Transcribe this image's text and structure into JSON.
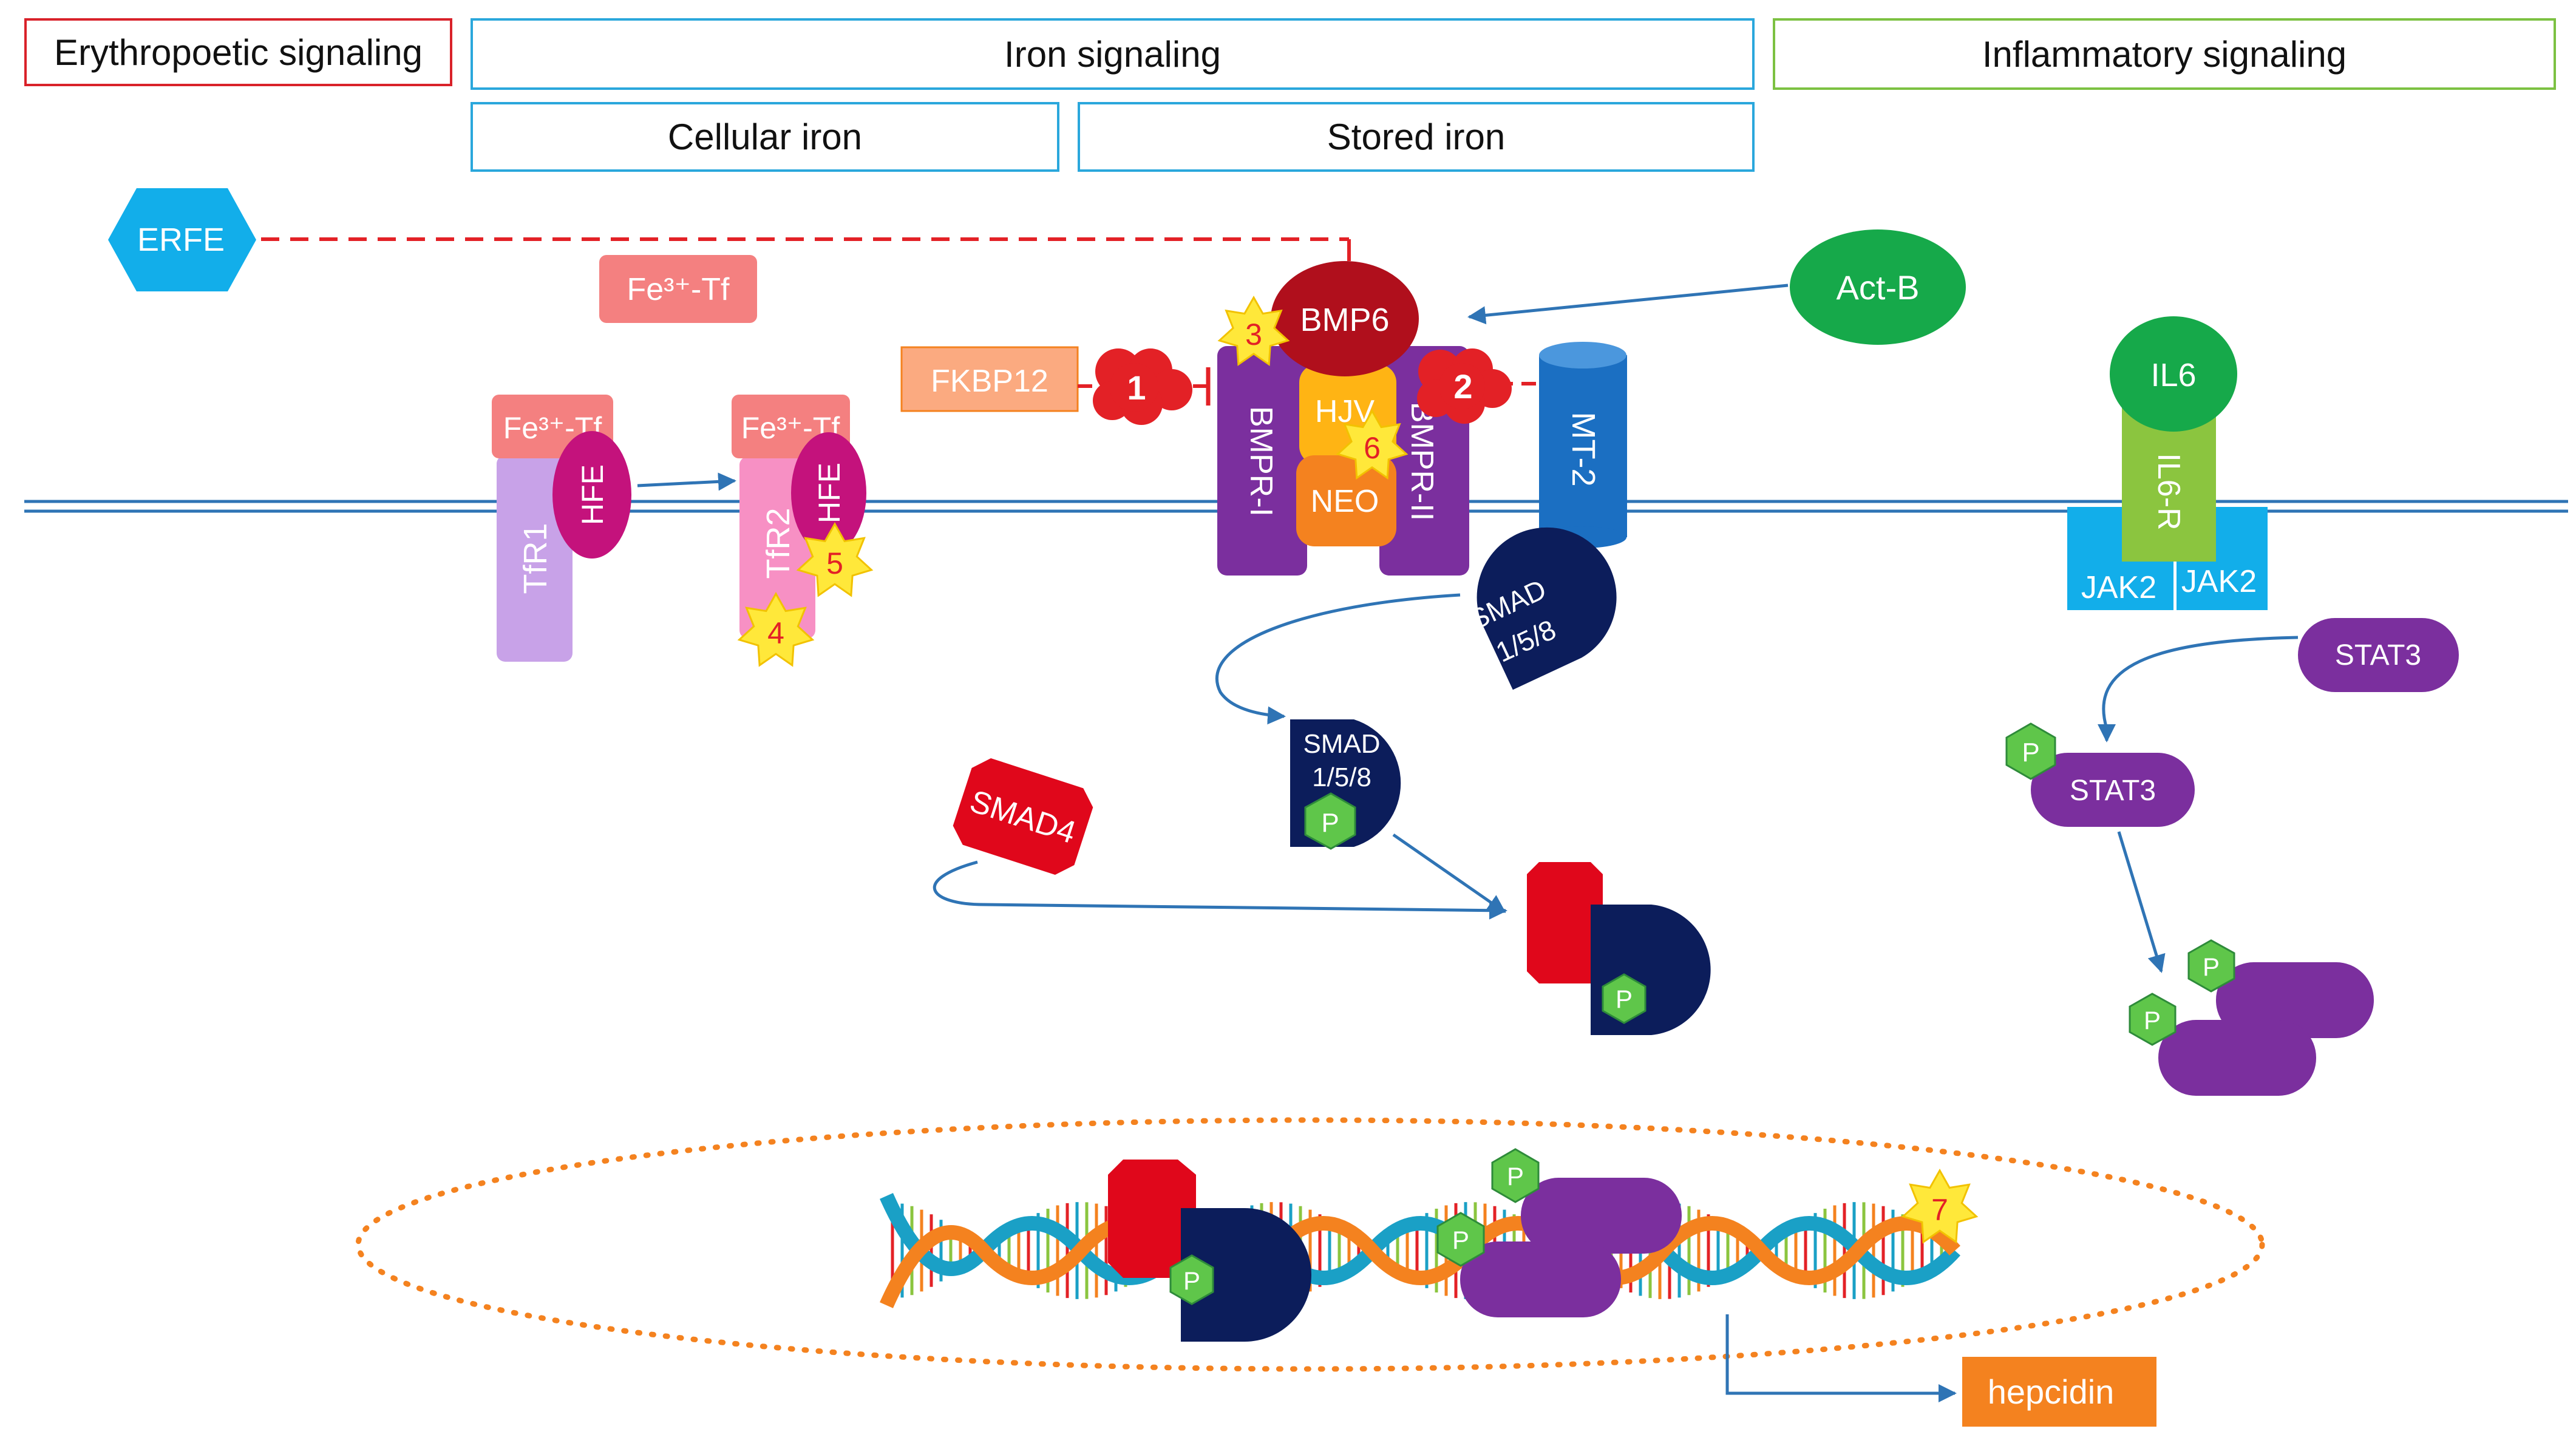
{
  "headers": {
    "erythropoetic": "Erythropoetic signaling",
    "iron": "Iron signaling",
    "inflammatory": "Inflammatory signaling",
    "cellular_iron": "Cellular iron",
    "stored_iron": "Stored iron"
  },
  "molecules": {
    "erfe": "ERFE",
    "fe_tf": "Fe³⁺-Tf",
    "tfr1": "TfR1",
    "tfr2": "TfR2",
    "hfe": "HFE",
    "fkbp12": "FKBP12",
    "bmp6": "BMP6",
    "hjv": "HJV",
    "neo": "NEO",
    "bmpr1": "BMPR-I",
    "bmpr2": "BMPR-II",
    "mt2": "MT-2",
    "actb": "Act-B",
    "il6": "IL6",
    "il6r": "IL6-R",
    "jak2": "JAK2",
    "stat3": "STAT3",
    "smad158_a": "SMAD",
    "smad158_b": "1/5/8",
    "smad4": "SMAD4",
    "p": "P",
    "hepcidin": "hepcidin"
  },
  "markers": {
    "m1": "1",
    "m2": "2",
    "m3": "3",
    "m4": "4",
    "m5": "5",
    "m6": "6",
    "m7": "7"
  },
  "colors": {
    "erythro_border": "#d9222a",
    "iron_border": "#2aa7dc",
    "inflam_border": "#7cc142",
    "dna_orange": "#f4821f",
    "dna_blue": "#1aa0c6",
    "smad_navy": "#0c1d5b",
    "stat_purple": "#7b2f9e",
    "phospho_green": "#5fc64a",
    "inhibition_red": "#e32126",
    "arrow_blue": "#2f74b5",
    "star_yellow": "#ffe83a"
  }
}
